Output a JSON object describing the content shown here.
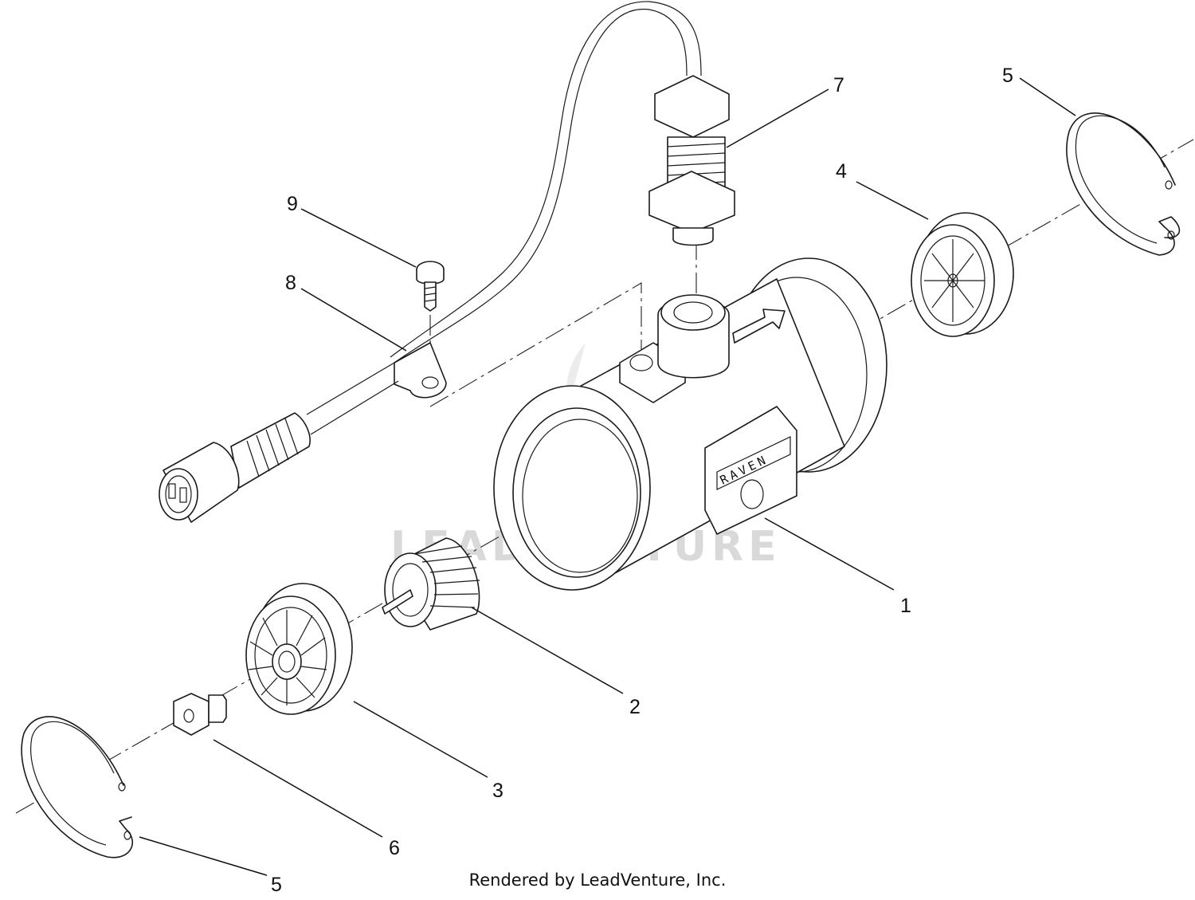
{
  "diagram": {
    "callouts": {
      "1": "1",
      "2": "2",
      "3": "3",
      "4": "4",
      "5a": "5",
      "5b": "5",
      "6": "6",
      "7": "7",
      "8": "8",
      "9": "9"
    },
    "brand_mark": "RAVEN",
    "watermark": "LEADVENTURE"
  },
  "footer": {
    "text": "Rendered by LeadVenture, Inc."
  },
  "colors": {
    "line": "#1a1a1a",
    "watermark": "#d9d9d9",
    "background": "#ffffff"
  }
}
